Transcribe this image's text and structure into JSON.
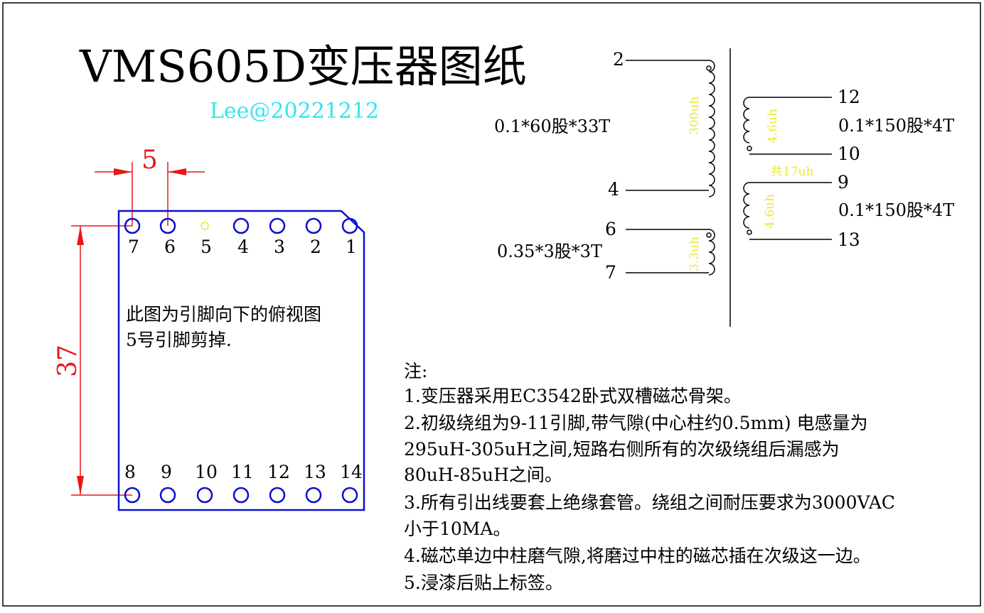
{
  "title": "VMS605D变压器图纸",
  "author": "Lee@20221212",
  "colors": {
    "outline": "#0b10cc",
    "dimension": "#e8161a",
    "author": "#33e6ee",
    "inductance": "#e8e83a",
    "ink": "#000000"
  },
  "footprint": {
    "pin_width_dim": "5",
    "height_dim": "37",
    "top_pins": [
      "7",
      "6",
      "5",
      "4",
      "3",
      "2",
      "1"
    ],
    "bottom_pins": [
      "8",
      "9",
      "10",
      "11",
      "12",
      "13",
      "14"
    ],
    "desc_line1": "此图为引脚向下的俯视图",
    "desc_line2": "5号引脚剪掉."
  },
  "schematic": {
    "primary": {
      "pin_top": "2",
      "pin_bottom": "4",
      "spec": "0.1*60股*33T",
      "inductance": "300uh"
    },
    "aux": {
      "pin_top": "6",
      "pin_bottom": "7",
      "spec": "0.35*3股*3T",
      "inductance": "3.3uh"
    },
    "sec1": {
      "pin_top": "12",
      "pin_bottom": "10",
      "spec": "0.1*150股*4T",
      "inductance": "4.6uh"
    },
    "sec2": {
      "pin_top": "9",
      "pin_bottom": "13",
      "spec": "0.1*150股*4T",
      "inductance": "4.6uh"
    },
    "total": "共17uh"
  },
  "notes": {
    "heading": "注:",
    "lines": [
      "1.变压器采用EC3542卧式双槽磁芯骨架。",
      "2.初级绕组为9-11引脚,带气隙(中心柱约0.5mm) 电感量为",
      "295uH-305uH之间,短路右侧所有的次级绕组后漏感为",
      "80uH-85uH之间。",
      "3.所有引出线要套上绝缘套管。绕组之间耐压要求为3000VAC",
      "小于10MA。",
      "4.磁芯单边中柱磨气隙,将磨过中柱的磁芯插在次级这一边。",
      "5.浸漆后贴上标签。"
    ]
  }
}
